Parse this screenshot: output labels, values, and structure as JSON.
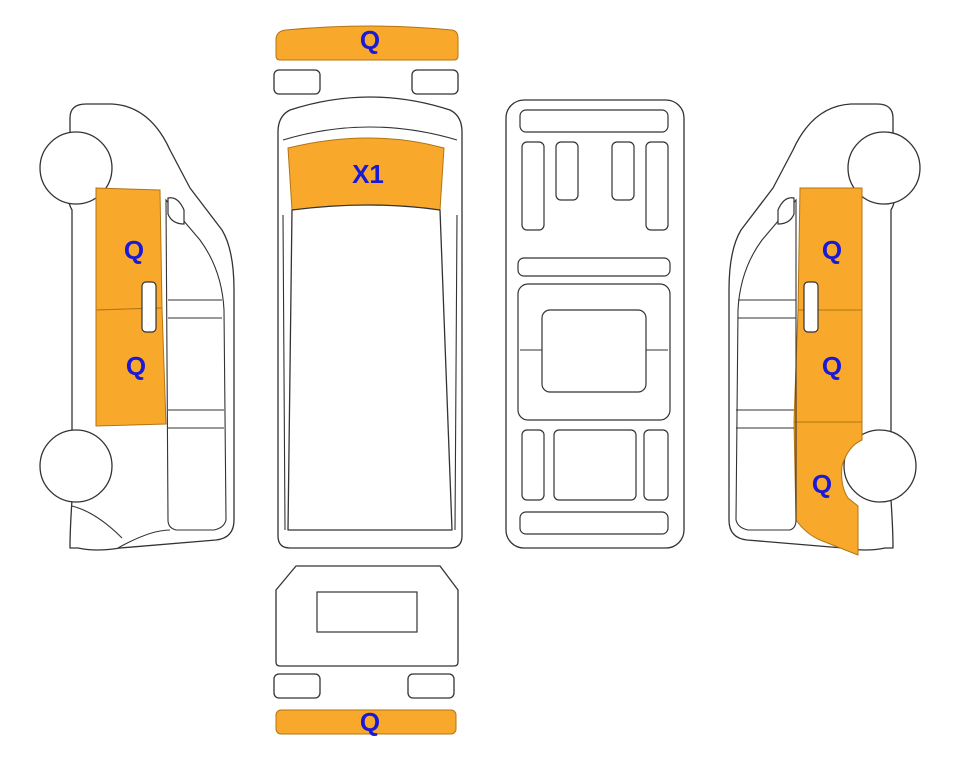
{
  "colors": {
    "damage_fill": "#f8a92c",
    "damage_stroke": "#b37414",
    "label": "#1a1ad6",
    "outline": "#333333",
    "background": "#ffffff"
  },
  "labels": {
    "front_bumper": "Q",
    "windshield": "X1",
    "left_front_door": "Q",
    "left_rear_door": "Q",
    "right_front_door": "Q",
    "right_rear_door": "Q",
    "right_rear_quarter": "Q",
    "rear_bumper": "Q"
  }
}
